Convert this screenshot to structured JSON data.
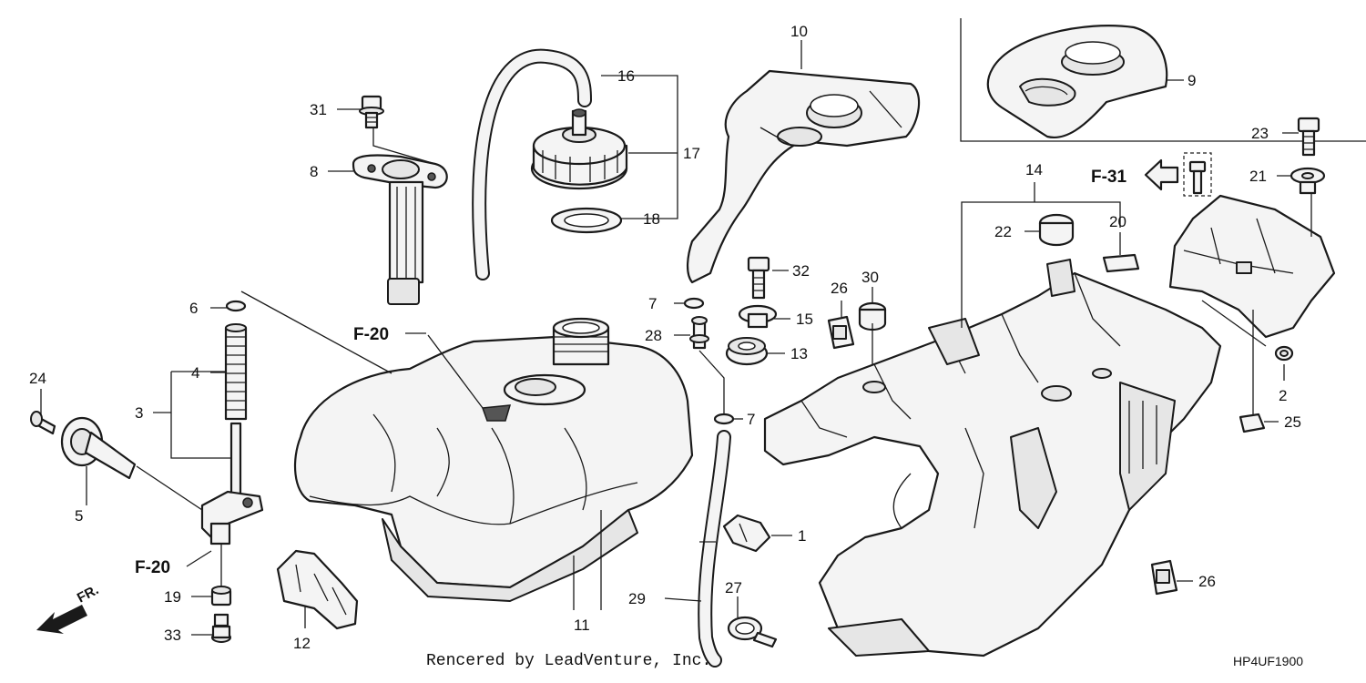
{
  "callouts": {
    "c1": "1",
    "c2": "2",
    "c3": "3",
    "c4": "4",
    "c5": "5",
    "c6": "6",
    "c7a": "7",
    "c7b": "7",
    "c8": "8",
    "c9": "9",
    "c10": "10",
    "c11": "11",
    "c12": "12",
    "c13": "13",
    "c14": "14",
    "c15": "15",
    "c16": "16",
    "c17": "17",
    "c18": "18",
    "c19": "19",
    "c20": "20",
    "c21": "21",
    "c22": "22",
    "c23": "23",
    "c24": "24",
    "c25": "25",
    "c26a": "26",
    "c26b": "26",
    "c27": "27",
    "c28": "28",
    "c29": "29",
    "c30": "30",
    "c31": "31",
    "c32": "32",
    "c33": "33"
  },
  "refs": {
    "f20_top": "F-20",
    "f20_left": "F-20",
    "f31": "F-31"
  },
  "front_label": "FR.",
  "footer": {
    "credit": "Rencered by LeadVenture, Inc.",
    "code": "HP4UF1900"
  },
  "colors": {
    "ink": "#1a1a1a",
    "part_fill": "#f4f4f4",
    "background": "#ffffff"
  }
}
